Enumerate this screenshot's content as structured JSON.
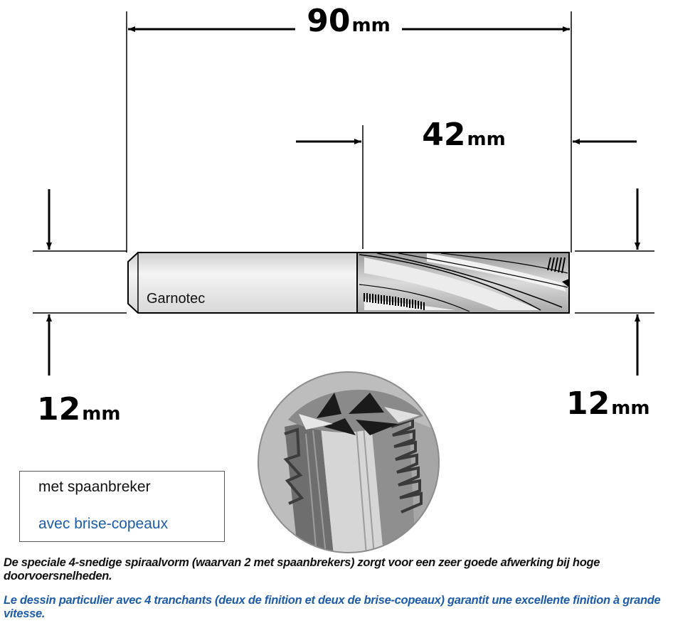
{
  "dimensions": {
    "total_length": {
      "value": "90",
      "unit": "mm"
    },
    "cutting_length": {
      "value": "42",
      "unit": "mm"
    },
    "shank_diameter": {
      "value": "12",
      "unit": "mm"
    },
    "cutting_diameter": {
      "value": "12",
      "unit": "mm"
    }
  },
  "tool": {
    "brand_label": "Garnotec"
  },
  "legend": {
    "label_nl": "met spaanbreker",
    "label_fr": "avec brise-copeaux"
  },
  "description": {
    "nl": "De speciale 4-snedige spiraalvorm (waarvan 2 met spaanbrekers) zorgt voor een zeer goede afwerking bij hoge doorvoersnelheden.",
    "fr": "Le dessin particulier avec 4 tranchants (deux de finition et deux de brise-copeaux)  garantit une excellente finition à grande vitesse."
  },
  "colors": {
    "line": "#000000",
    "tool_light": "#e6e6e6",
    "tool_dark": "#8c8c8c",
    "french_text": "#1d5ca8"
  }
}
